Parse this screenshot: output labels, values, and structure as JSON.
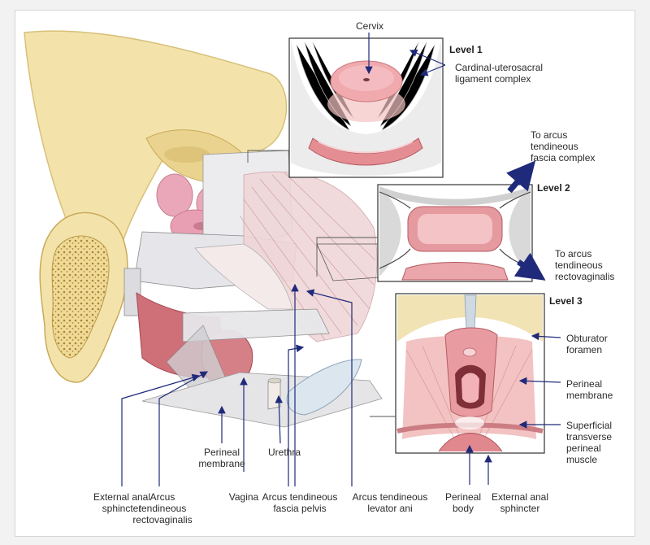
{
  "colors": {
    "bone": "#f3e3ab",
    "bone_shadow": "#d8c07a",
    "muscle": "#d98a8c",
    "muscle_dark": "#b8555a",
    "pink": "#f2b8b8",
    "fascia": "#e7e4e6",
    "arrow": "#1f2a7a",
    "line": "#2f2f2f"
  },
  "levels": {
    "level1": "Level 1",
    "level2": "Level 2",
    "level3": "Level 3"
  },
  "labels": {
    "cervix": "Cervix",
    "cardinal_uterosacral": "Cardinal-uterosacral\nligament complex",
    "to_arcus_fascia": "To arcus\ntendineous\nfascia complex",
    "to_arcus_rectovaginalis": "To arcus\ntendineous\nrectovaginalis",
    "obturator_foramen": "Obturator\nforamen",
    "perineal_membrane_right": "Perineal\nmembrane",
    "superficial_transverse": "Superficial\ntransverse\nperineal\nmuscle",
    "perineal_membrane_left": "Perineal\nmembrane",
    "urethra": "Urethra",
    "external_anal_sphincter_left": "External anal\nsphincter",
    "arcus_rectovaginalis": "Arcus\ntendineous\nrectovaginalis",
    "vagina": "Vagina",
    "arcus_fascia_pelvis": "Arcus tendineous\nfascia pelvis",
    "arcus_levator_ani": "Arcus tendineous\nlevator ani",
    "perineal_body": "Perineal\nbody",
    "external_anal_sphincter_right": "External anal\nsphincter"
  }
}
